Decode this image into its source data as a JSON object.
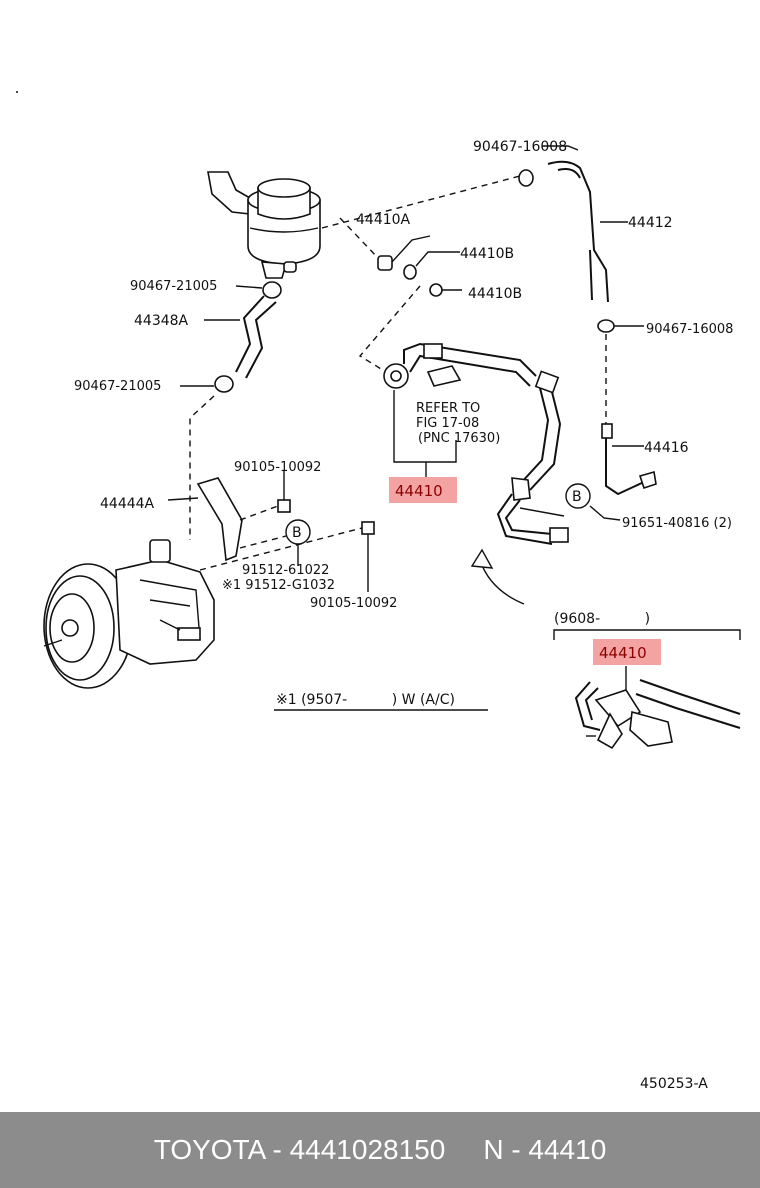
{
  "callouts": {
    "c_90467_16008_top": "90467-16008",
    "c_44412": "44412",
    "c_44410A": "44410A",
    "c_44410B_1": "44410B",
    "c_44410B_2": "44410B",
    "c_90467_21005_a": "90467-21005",
    "c_44348A": "44348A",
    "c_90467_21005_b": "90467-21005",
    "c_90467_16008_right": "90467-16008",
    "c_refer_1": "REFER TO",
    "c_refer_2": "FIG 17-08",
    "c_refer_3": "(PNC 17630)",
    "c_44416": "44416",
    "c_44410_main": "44410",
    "c_90105_top": "90105-10092",
    "c_44444A": "44444A",
    "c_B_1": "B",
    "c_B_2": "B",
    "c_91651": "91651-40816 (2)",
    "c_91512_a": "91512-61022",
    "c_91512_b": "※1 91512-G1032",
    "c_90105_bottom": "90105-10092",
    "c_9608": "(9608-          )",
    "c_44410_inset": "44410",
    "c_note": "※1 (9507-          ) W (A/C)",
    "c_drawing_no": "450253-A"
  },
  "colors": {
    "highlight_fill": "#f4a3a3",
    "highlight_text": "#8b0000",
    "footer_bg": "#8c8c8c",
    "footer_text": "#ffffff"
  },
  "footer": {
    "brand_part": "TOYOTA - 4441028150",
    "pnc": "N - 44410"
  }
}
